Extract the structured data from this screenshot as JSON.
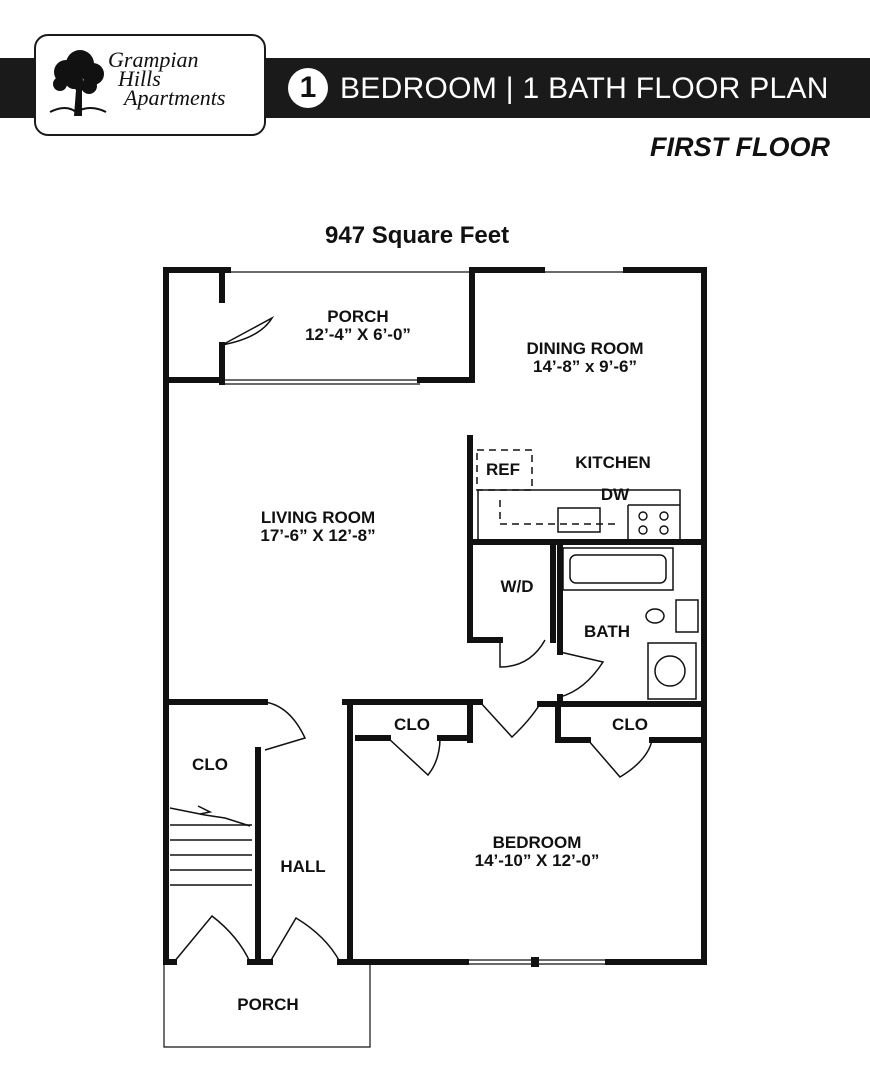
{
  "brand": {
    "line1": "Grampian",
    "line2": "Hills",
    "line3": "Apartments"
  },
  "header": {
    "plan_number": "1",
    "title": "BEDROOM | 1 BATH FLOOR PLAN",
    "floor": "FIRST FLOOR"
  },
  "square_feet": "947 Square Feet",
  "rooms": {
    "porch_top": {
      "name": "PORCH",
      "size": "12’-4” X 6’-0”"
    },
    "dining": {
      "name": "DINING ROOM",
      "size": "14’-8” x 9’-6”"
    },
    "kitchen": {
      "name": "KITCHEN"
    },
    "ref": {
      "name": "REF"
    },
    "dw": {
      "name": "DW"
    },
    "living": {
      "name": "LIVING ROOM",
      "size": "17’-6” X 12’-8”"
    },
    "wd": {
      "name": "W/D"
    },
    "bath": {
      "name": "BATH"
    },
    "clo_left": {
      "name": "CLO"
    },
    "clo_mid": {
      "name": "CLO"
    },
    "clo_right": {
      "name": "CLO"
    },
    "hall": {
      "name": "HALL"
    },
    "bedroom": {
      "name": "BEDROOM",
      "size": "14’-10” X 12’-0”"
    },
    "porch_bottom": {
      "name": "PORCH"
    }
  },
  "colors": {
    "banner": "#1a1a1a",
    "wall": "#111111"
  }
}
